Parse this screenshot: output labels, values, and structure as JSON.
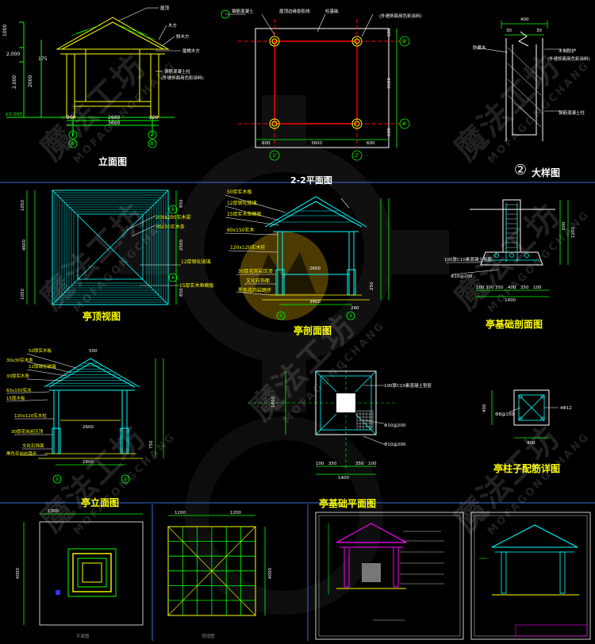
{
  "titles": {
    "elevation": "立面图",
    "plan": "2-2平面图",
    "detail_num": "②",
    "detail": "大样图",
    "roof_plan": "亭顶视图",
    "section": "亭剖面图",
    "foundation_section": "亭基础剖面图",
    "front_elevation": "亭立面图",
    "foundation_plan": "亭基础平面图",
    "column_rebar": "亭柱子配筋详图"
  },
  "watermark": {
    "cn": "魔法工坊",
    "en": "MOFAGONGCHANG"
  },
  "colors": {
    "background": "#000000",
    "cad_green": "#00ff00",
    "cyan": "#00ffff",
    "yellow": "#ffff00",
    "red": "#ff0000",
    "white": "#ffffff",
    "magenta": "#ff00ff",
    "blue": "#3333ff"
  },
  "elevation": {
    "dims": [
      "1000",
      "2,000",
      "2,000",
      "2000",
      "±0.000",
      "200",
      "2600",
      "3600",
      "200",
      "175"
    ],
    "axes": [
      "1'",
      "A'",
      "2'",
      "B'"
    ],
    "labels": [
      "屋顶",
      "木方",
      "斜木方",
      "屋檐木方",
      "钢筋混凝土柱",
      "(外墙饰面用色彩涂料)"
    ]
  },
  "plan": {
    "dims": [
      "600",
      "3600",
      "600",
      "600",
      "3600",
      "600"
    ],
    "axes": [
      "1'",
      "2'",
      "A'",
      "B'"
    ],
    "labels": [
      "钢筋混凝土",
      "屋顶边缘投影线",
      "柱基础",
      "(外墙饰面用色彩涂料)"
    ]
  },
  "detail": {
    "dims": [
      "400",
      "30",
      "30"
    ],
    "labels": [
      "防腐木",
      "木制防护",
      "(外墙饰面用色彩涂料)",
      "钢筋混凝土柱"
    ]
  },
  "roof": {
    "dims": [
      "1050",
      "4600",
      "1050",
      "2500",
      "850",
      "850"
    ],
    "axes": [
      "B",
      "A"
    ],
    "labels": [
      "200x200实木梁",
      "30x30实木条",
      "12厚钢化玻璃",
      "15厚实木鱼鳞板"
    ]
  },
  "section": {
    "dims": [
      "2600",
      "3400",
      "250",
      "240"
    ],
    "axes": [
      "①",
      "②"
    ],
    "labels": [
      "50厚实木板",
      "12厚钢化玻璃",
      "15厚实木鱼鳞板",
      "60x150实木",
      "120x120实木柱",
      "30厚花岗岩压顶",
      "文化石饰面",
      "黑色花岗岩踏步"
    ]
  },
  "foundation_section": {
    "dims": [
      "600",
      "1200",
      "100",
      "300",
      "350",
      "400",
      "350",
      "100",
      "1400"
    ],
    "labels": [
      "100厚C10素混凝土垫层",
      "Φ10@200"
    ]
  },
  "front": {
    "dims": [
      "500",
      "2600",
      "2800",
      "750"
    ],
    "axes": [
      "①",
      "②"
    ],
    "labels": [
      "50厚实木板",
      "30x30实木条",
      "12厚钢化玻璃",
      "30厚实木条",
      "60x150实木",
      "15厚木板",
      "120x120实木柱",
      "30厚花岗岩压顶",
      "文化石饰面",
      "黑色花岗岩踏步"
    ]
  },
  "foundation_plan": {
    "dims": [
      "1400",
      "100",
      "350",
      "350",
      "100",
      "1400"
    ],
    "labels": [
      "100厚C10素混凝土垫层",
      "Φ10@200",
      "Φ10@200"
    ]
  },
  "column": {
    "dims": [
      "400",
      "400"
    ],
    "labels": [
      "Φ8@150",
      "4Φ12"
    ]
  },
  "bottom": {
    "dims": [
      "4000",
      "1300",
      "4000",
      "1200",
      "1200"
    ],
    "labels": [
      "平面图",
      "顶视图"
    ]
  }
}
